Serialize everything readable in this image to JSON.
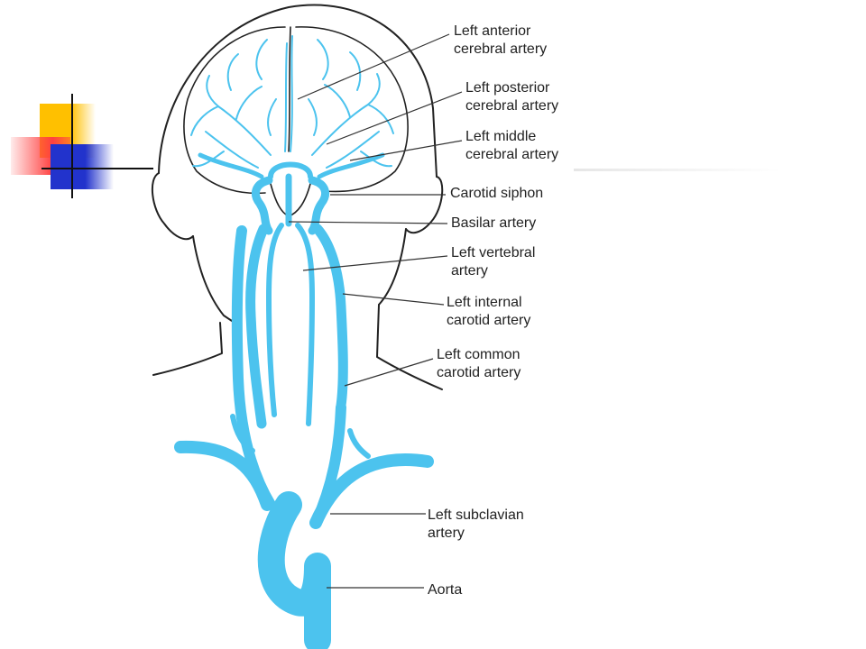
{
  "colors": {
    "artery": "#4cc3ee",
    "outline": "#222222",
    "leader": "#333333",
    "deco_yellow": "#ffc000",
    "deco_red": "#ff4040",
    "deco_blue": "#2233cc"
  },
  "labels": [
    {
      "id": "anterior",
      "text": "Left anterior\ncerebral artery"
    },
    {
      "id": "posterior",
      "text": "Left posterior\ncerebral artery"
    },
    {
      "id": "middle",
      "text": "Left middle\ncerebral artery"
    },
    {
      "id": "siphon",
      "text": "Carotid siphon"
    },
    {
      "id": "basilar",
      "text": "Basilar artery"
    },
    {
      "id": "vertebral",
      "text": "Left vertebral\nartery"
    },
    {
      "id": "internal",
      "text": "Left internal\ncarotid artery"
    },
    {
      "id": "common",
      "text": "Left common\ncarotid artery"
    },
    {
      "id": "subclavian",
      "text": "Left subclavian\nartery"
    },
    {
      "id": "aorta",
      "text": "Aorta"
    }
  ]
}
